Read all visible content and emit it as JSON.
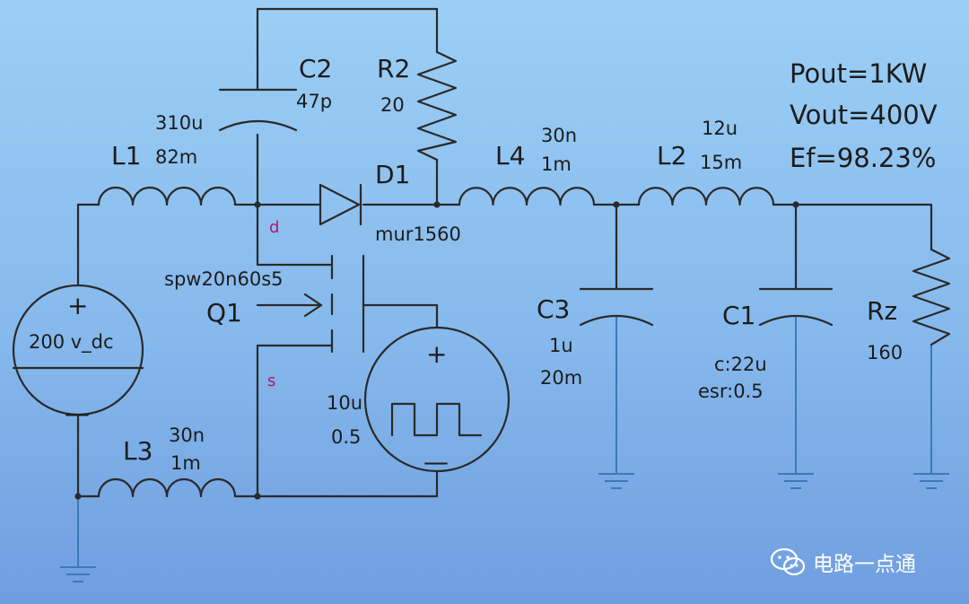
{
  "components": {
    "L1": {
      "name": "L1",
      "value1": "310u",
      "value2": "82m"
    },
    "C2": {
      "name": "C2",
      "value": "47p"
    },
    "R2": {
      "name": "R2",
      "value": "20"
    },
    "D1": {
      "name": "D1",
      "model": "mur1560"
    },
    "L4": {
      "name": "L4",
      "value1": "30n",
      "value2": "1m"
    },
    "L2": {
      "name": "L2",
      "value1": "12u",
      "value2": "15m"
    },
    "Q1": {
      "name": "Q1",
      "model": "spw20n60s5",
      "drain": "d",
      "source": "s"
    },
    "V1": {
      "label": "200 v_dc",
      "plus": "+",
      "minus": "—"
    },
    "C3": {
      "name": "C3",
      "value1": "1u",
      "value2": "20m"
    },
    "C1": {
      "name": "C1",
      "value1": "c:22u",
      "value2": "esr:0.5"
    },
    "Rz": {
      "name": "Rz",
      "value": "160"
    },
    "L3": {
      "name": "L3",
      "value1": "30n",
      "value2": "1m"
    },
    "PULSE": {
      "value1": "10u",
      "value2": "0.5",
      "plus": "+",
      "minus": "—"
    }
  },
  "specs": {
    "pout": "Pout=1KW",
    "vout": "Vout=400V",
    "ef": "Ef=98.23%"
  },
  "watermark": {
    "text": "电路一点通",
    "icon": "wechat-icon"
  }
}
